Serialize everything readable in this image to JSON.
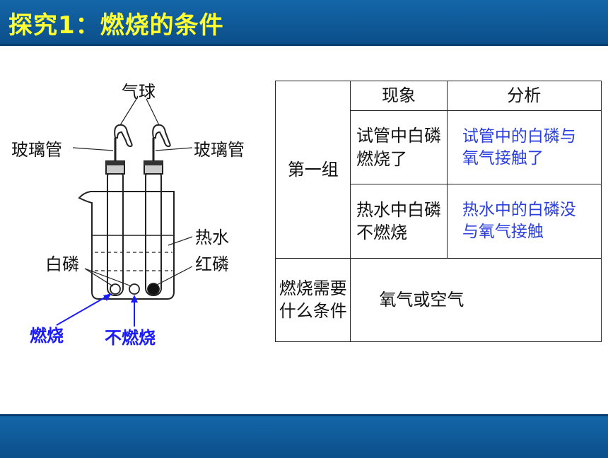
{
  "header": {
    "title": "探究1：燃烧的条件"
  },
  "diagram": {
    "balloon_label": "气球",
    "glass_tube_left": "玻璃管",
    "glass_tube_right": "玻璃管",
    "hot_water_label": "热水",
    "white_p_label": "白磷",
    "red_p_label": "红磷",
    "burn_label": "燃烧",
    "no_burn_label": "不燃烧"
  },
  "table": {
    "col_phenomenon": "现象",
    "col_analysis": "分析",
    "group1": "第一组",
    "row1_phenomenon": "试管中白磷燃烧了",
    "row1_analysis": "试管中的白磷与氧气接触了",
    "row2_phenomenon": "热水中白磷不燃烧",
    "row2_analysis": "热水中的白磷没与氧气接触",
    "question": "燃烧需要什么条件",
    "answer": "氧气或空气"
  },
  "colors": {
    "header_blue": "#0b4f8a",
    "title_yellow": "#ffff33",
    "analysis_blue": "#2b3fe0",
    "answer_red": "#e60000",
    "arrow_blue": "#1a1aff"
  }
}
